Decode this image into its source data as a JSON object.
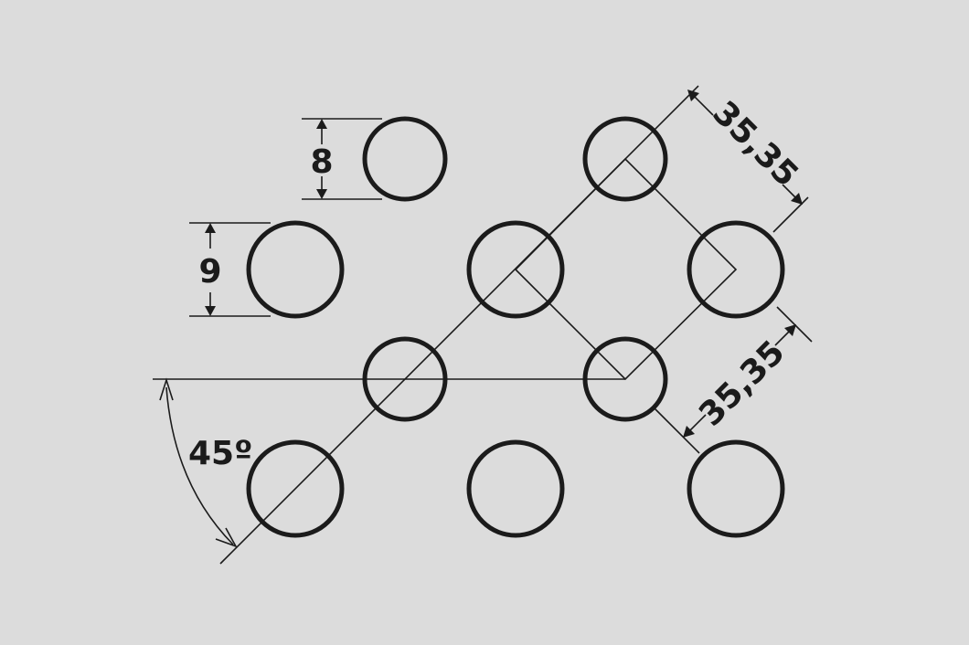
{
  "diagram": {
    "background": "#dcdcdc",
    "ink": "#1b1b1b",
    "dimensions": {
      "small_hole": "8",
      "large_hole": "9",
      "pitch_upper": "35,35",
      "pitch_lower": "35,35",
      "angle": "45º"
    }
  }
}
